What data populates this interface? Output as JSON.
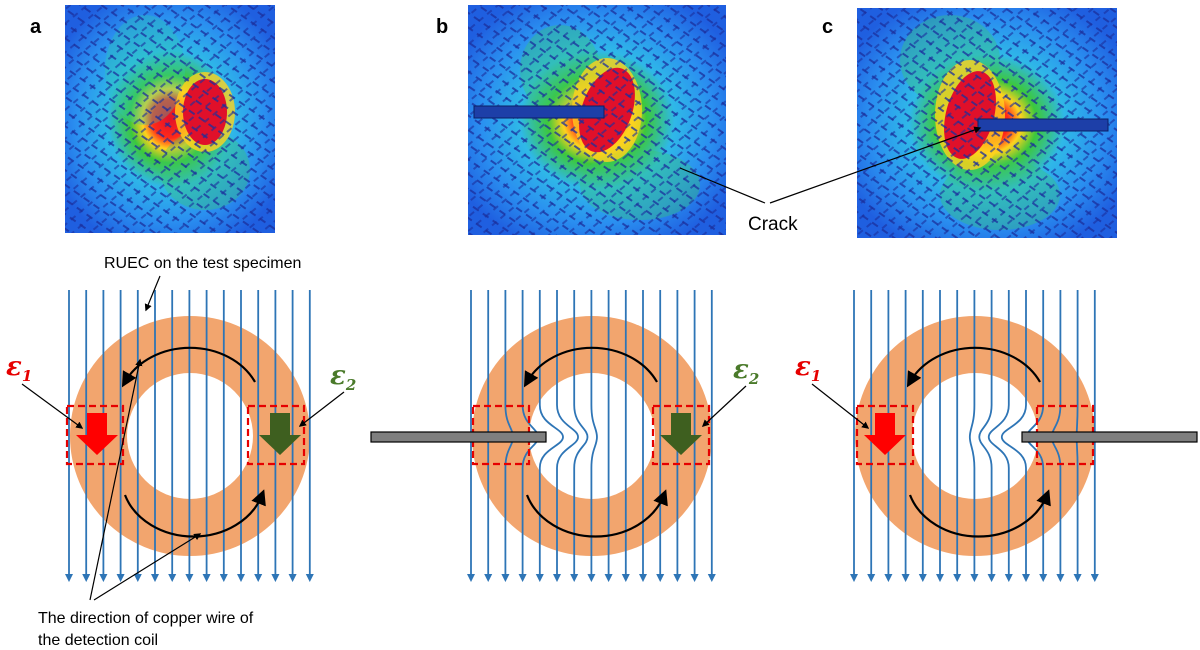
{
  "panels": {
    "a": {
      "letter": "a"
    },
    "b": {
      "letter": "b"
    },
    "c": {
      "letter": "c"
    }
  },
  "labels": {
    "ruec": "RUEC on the test specimen",
    "crack": "Crack",
    "wire_direction_line1": "The direction of copper wire of",
    "wire_direction_line2": "the detection coil"
  },
  "emf": {
    "eps1": {
      "symbol": "ε",
      "subscript": "1",
      "color": "#e60000"
    },
    "eps2": {
      "symbol": "ε",
      "subscript": "2",
      "color": "#4a7a2a"
    }
  },
  "colors": {
    "coil": "#f2a56e",
    "field_lines": "#2e75b6",
    "region_box": "#e60000",
    "arrow_red": "#ff0000",
    "arrow_green": "#3e5f1f",
    "crack": "#7f7f7f"
  }
}
